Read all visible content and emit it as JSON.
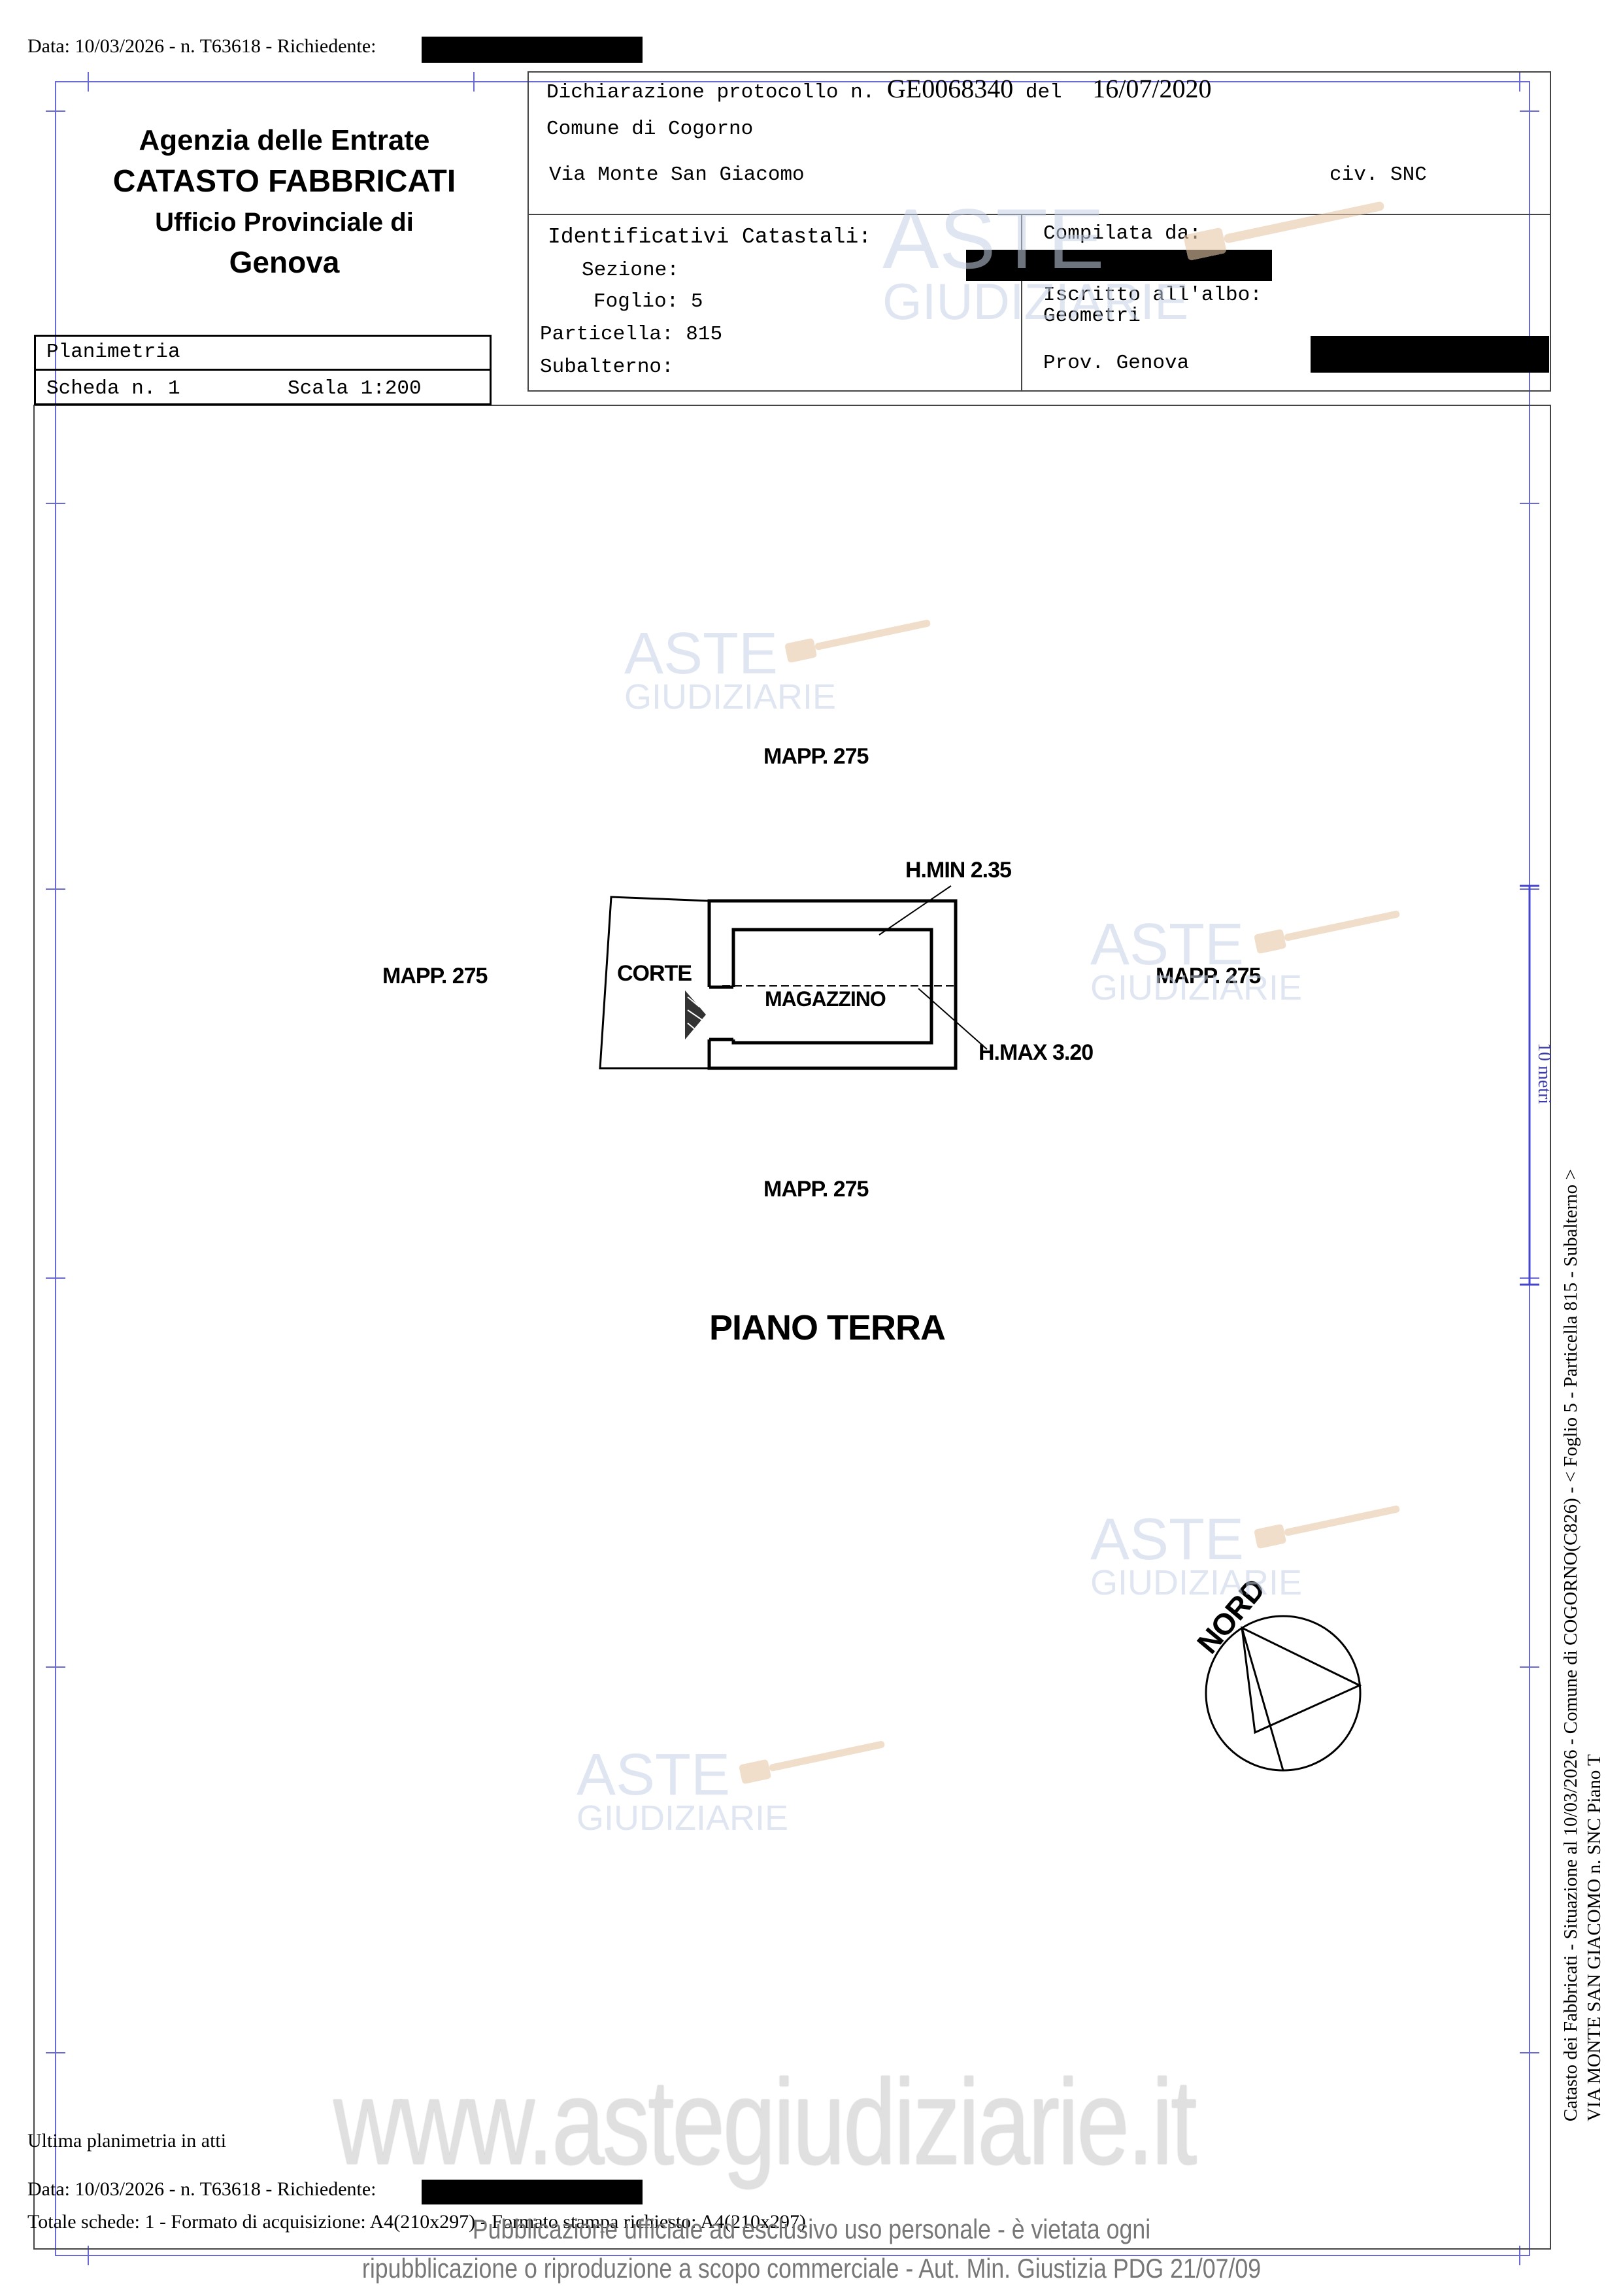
{
  "print_header": {
    "line": "Data: 10/03/2026 - n. T63618 - Richiedente:"
  },
  "agency": {
    "line1": "Agenzia delle Entrate",
    "line2": "CATASTO FABBRICATI",
    "line3": "Ufficio Provinciale di",
    "line4": "Genova"
  },
  "sheet": {
    "label": "Planimetria",
    "scheda": "Scheda n. 1",
    "scala": "Scala 1:200"
  },
  "declaration": {
    "prefix": "Dichiarazione protocollo n.",
    "number": "GE0068340",
    "del_label": "del",
    "date": "16/07/2020",
    "comune": "Comune di Cogorno",
    "via": "Via Monte San Giacomo",
    "civ": "civ. SNC"
  },
  "identifiers": {
    "title": "Identificativi Catastali:",
    "sezione": "Sezione:",
    "foglio": "Foglio: 5",
    "particella": "Particella: 815",
    "subalterno": "Subalterno:"
  },
  "compiler": {
    "title": "Compilata da:",
    "albo": "Iscritto all'albo:",
    "albo_value": "Geometri",
    "prov": "Prov. Genova"
  },
  "plan": {
    "mapp_top": "MAPP. 275",
    "mapp_left": "MAPP. 275",
    "mapp_right": "MAPP. 275",
    "mapp_bottom": "MAPP. 275",
    "hmin": "H.MIN 2.35",
    "hmax": "H.MAX 3.20",
    "corte": "CORTE",
    "room": "MAGAZZINO",
    "floor": "PIANO TERRA",
    "north": "NORD",
    "scale_bar": "10 metri"
  },
  "watermark": {
    "aste": "ASTE",
    "giudiziarie": "GIUDIZIARIE",
    "site": "www.astegiudiziarie.it",
    "notice1": "Pubblicazione ufficiale ad esclusivo uso personale - è vietata ogni",
    "notice2": "ripubblicazione o riproduzione a scopo commerciale - Aut. Min. Giustizia PDG 21/07/09"
  },
  "side_text": {
    "line1": "Catasto dei Fabbricati - Situazione al 10/03/2026 - Comune di COGORNO(C826) - < Foglio 5 - Particella 815 - Subalterno >",
    "line2": "VIA MONTE SAN GIACOMO n. SNC Piano T"
  },
  "footer": {
    "last_plan": "Ultima planimetria in atti",
    "data_line": "Data: 10/03/2026 - n. T63618 - Richiedente:",
    "totale": "Totale schede: 1 - Formato di acquisizione: A4(210x297) - Formato stampa richiesto: A4(210x297)"
  }
}
